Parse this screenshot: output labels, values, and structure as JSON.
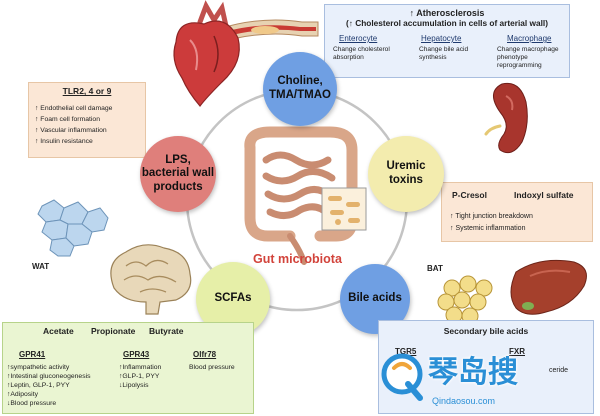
{
  "colors": {
    "choline": "#6f9fe3",
    "uremic": "#f3ecae",
    "bile": "#6f9fe3",
    "scfa": "#e6efa8",
    "lps": "#df7f7b",
    "center_label": "#d2433b",
    "ring": "#bfbfbf",
    "accent_green_border": "#b7d38a"
  },
  "center": {
    "label": "Gut microbiota"
  },
  "circles": {
    "choline": {
      "line1": "Choline,",
      "line2": "TMA/TMAO"
    },
    "uremic": {
      "line1": "Uremic",
      "line2": "toxins"
    },
    "bile": {
      "line1": "Bile acids"
    },
    "scfa": {
      "line1": "SCFAs"
    },
    "lps": {
      "line1": "LPS,",
      "line2": "bacterial wall",
      "line3": "products"
    }
  },
  "atherosclerosis_box": {
    "title": "↑ Atherosclerosis",
    "subtitle": "(↑ Cholesterol accumulation in cells of arterial wall)",
    "cols": [
      {
        "header": "Enterocyte",
        "lines": [
          "Change cholesterol",
          "absorption"
        ]
      },
      {
        "header": "Hepatocyte",
        "lines": [
          "Change bile acid",
          "synthesis"
        ]
      },
      {
        "header": "Macrophage",
        "lines": [
          "Change macrophage",
          "phenotype",
          "reprogramming"
        ]
      }
    ]
  },
  "tlr_box": {
    "title": "TLR2, 4 or 9",
    "items": [
      "↑ Endothelial cell damage",
      "↑ Foam cell formation",
      "↑ Vascular inflammation",
      "↑ Insulin resistance"
    ]
  },
  "uremic_box": {
    "col1": "P-Cresol",
    "col2": "Indoxyl sulfate",
    "items": [
      "↑ Tight junction breakdown",
      "↑ Systemic inflammation"
    ]
  },
  "scfa_box": {
    "header": [
      "Acetate",
      "Propionate",
      "Butyrate"
    ],
    "cols": [
      {
        "title": "GPR41",
        "items": [
          "↑sympathetic activity",
          "↑Intestinal gluconeogenesis",
          "↑Leptin, GLP-1, PYY",
          "↑Adiposity",
          "↓Blood pressure"
        ]
      },
      {
        "title": "GPR43",
        "items": [
          "↑Inflammation",
          "↑GLP-1, PYY",
          "↓Lipolysis"
        ]
      },
      {
        "title": "Olfr78",
        "items": [
          "Blood pressure"
        ]
      }
    ]
  },
  "bile_box": {
    "title": "Secondary bile acids",
    "col1": "TGR5",
    "col2": "FXR",
    "partial": "ceride"
  },
  "labels": {
    "wat": "WAT",
    "bat": "BAT"
  },
  "watermark": {
    "brand": "琴岛搜",
    "url": "Qindaosou.com"
  },
  "icons": [
    "heart-icon",
    "artery-icon",
    "kidney-icon",
    "liver-icon",
    "brain-icon",
    "fat-cells-icon",
    "bat-cells-icon",
    "gut-icon"
  ]
}
